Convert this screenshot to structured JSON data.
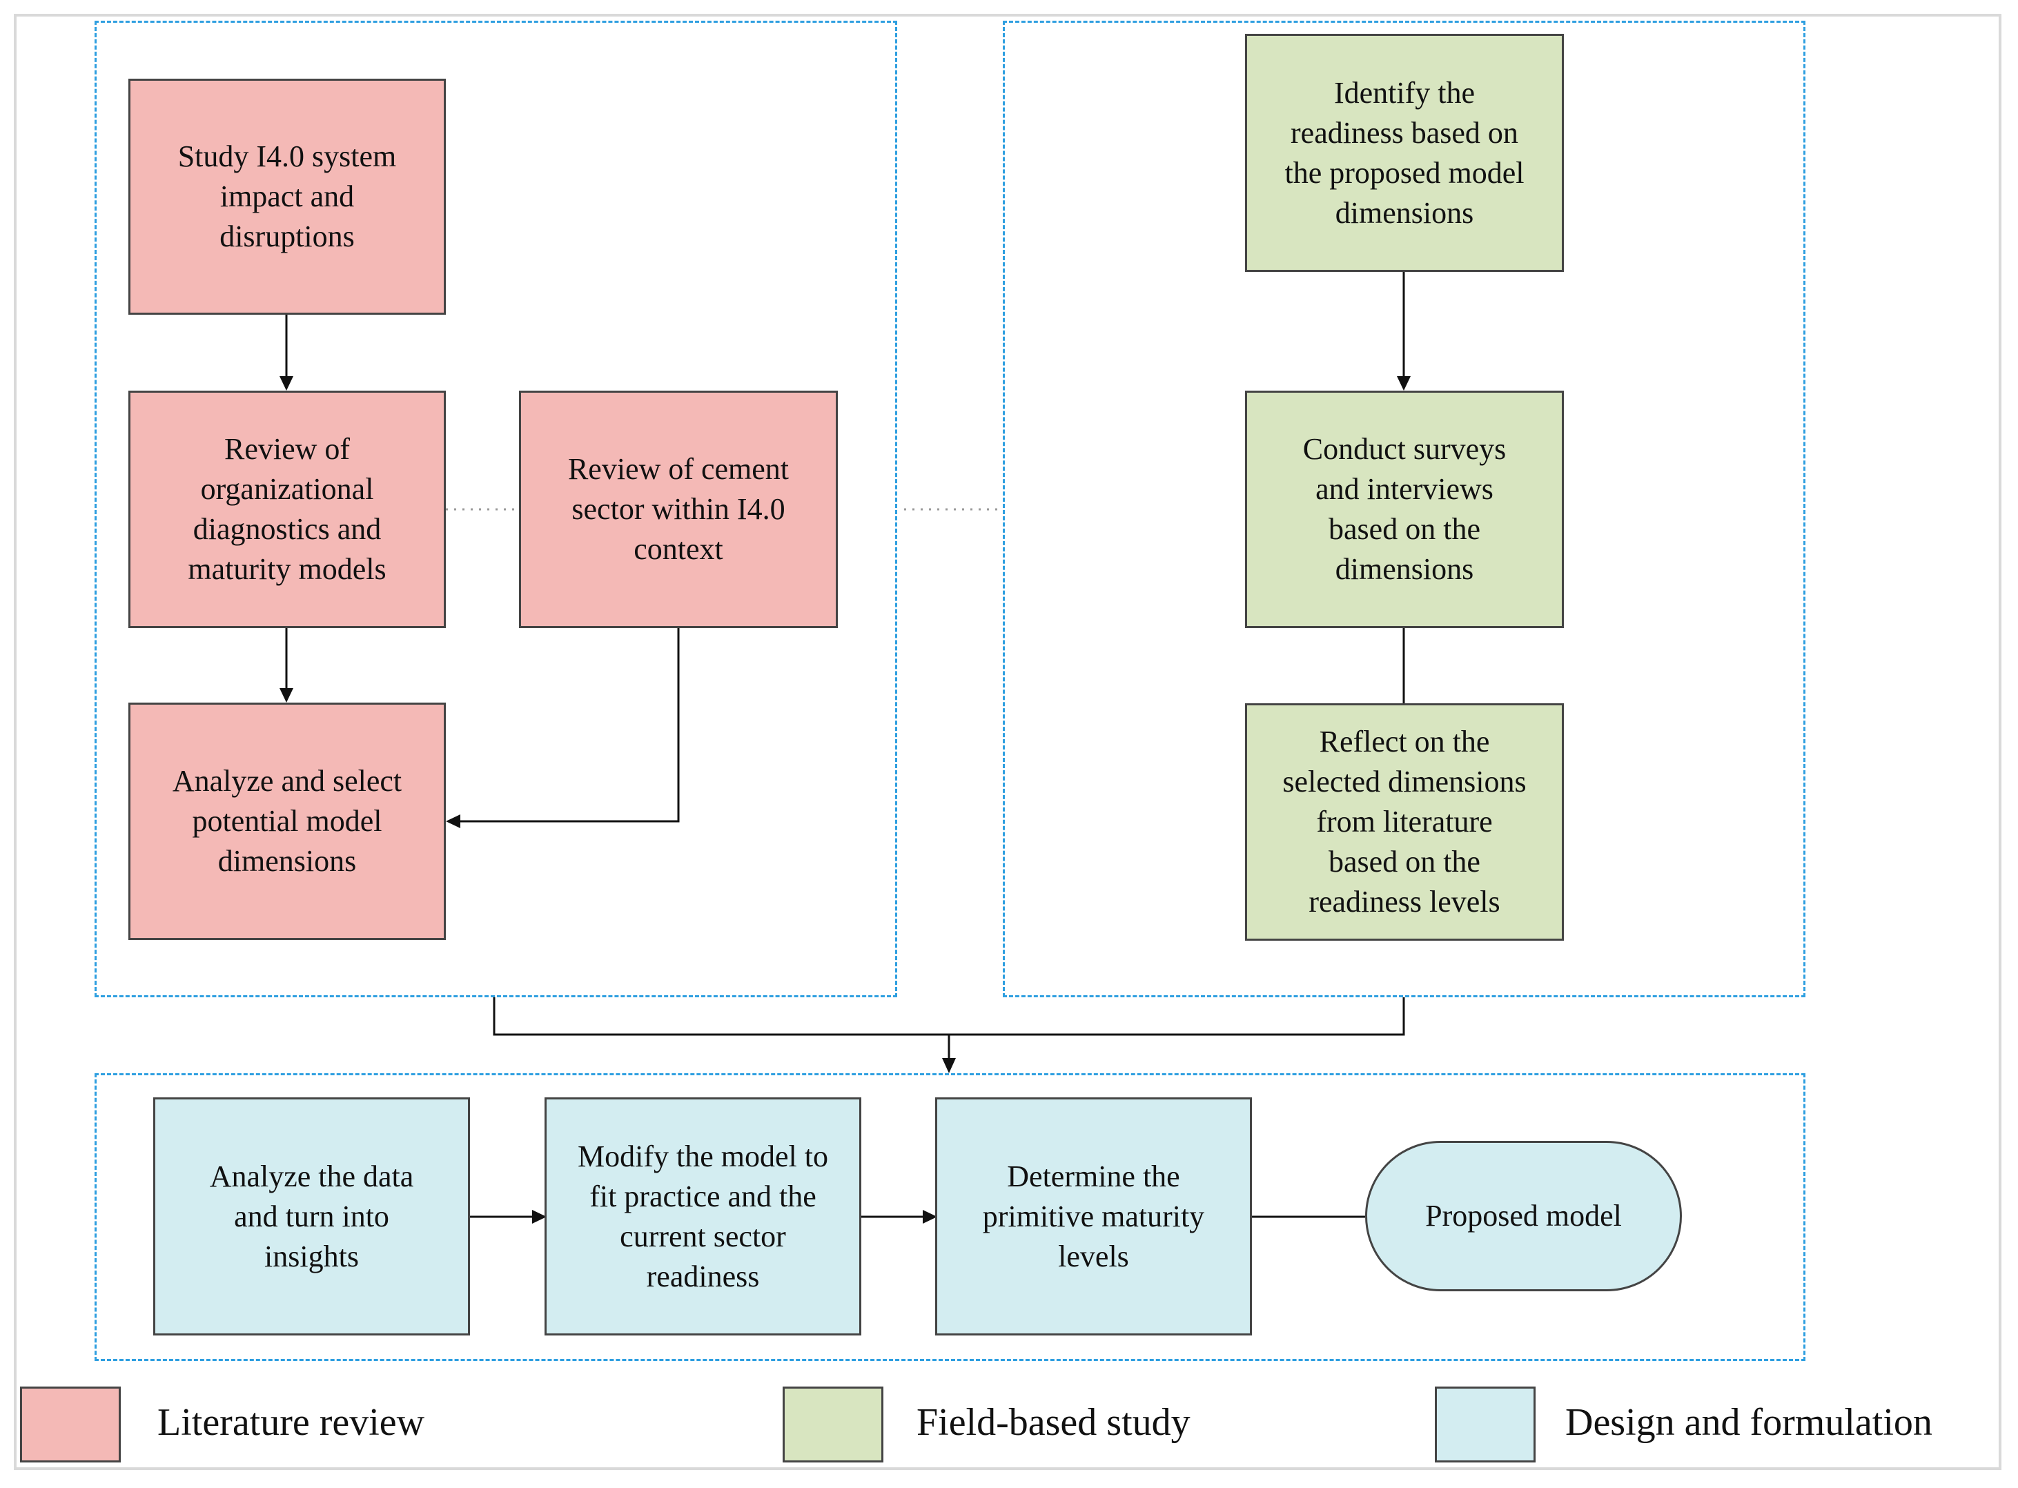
{
  "nodes": {
    "study": "Study I4.0 system\nimpact and\ndisruptions",
    "review_org": "Review of\norganizational\ndiagnostics and\nmaturity models",
    "review_cement": "Review of  cement\nsector within I4.0\ncontext",
    "analyze_select": "Analyze and select\npotential model\ndimensions",
    "identify": "Identify the\nreadiness based on\nthe proposed model\ndimensions",
    "conduct": "Conduct surveys\nand interviews\nbased on the\ndimensions",
    "reflect": "Reflect on the\nselected dimensions\nfrom literature\nbased on the\nreadiness levels",
    "analyze_data": "Analyze the data\nand turn into\ninsights",
    "modify": "Modify the model to\nfit practice and the\ncurrent sector\nreadiness",
    "determine": "Determine the\nprimitive maturity\nlevels",
    "proposed": "Proposed model"
  },
  "legend": [
    {
      "label": "Literature review",
      "color": "#f4b9b6"
    },
    {
      "label": "Field-based study",
      "color": "#d8e5c0"
    },
    {
      "label": "Design and formulation",
      "color": "#d3edf1"
    }
  ],
  "colors": {
    "literature": "#f4b9b6",
    "field": "#d8e5c0",
    "design": "#d3edf1",
    "group_border": "#2e9fe0"
  }
}
